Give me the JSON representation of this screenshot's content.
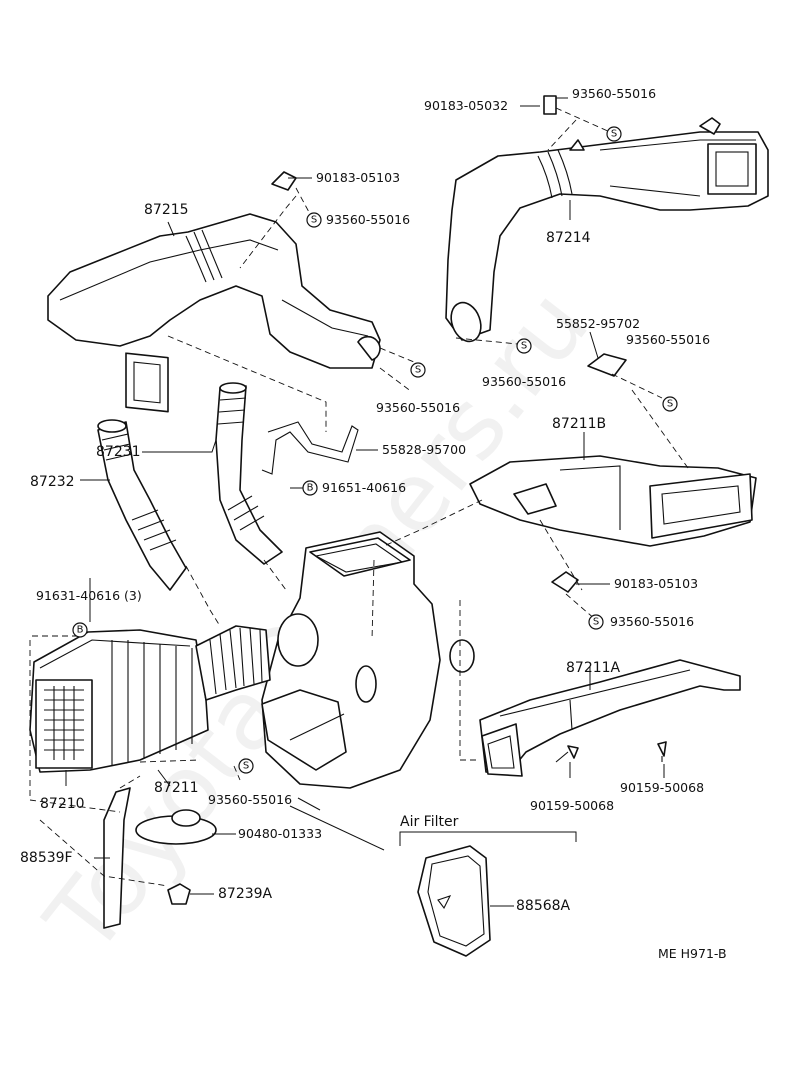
{
  "diagram": {
    "watermark": "ToyotaOwners.ru",
    "section_label": "Air Filter",
    "figure_code": "ME H971-B",
    "symbols": {
      "screw": "S",
      "bolt": "B"
    },
    "parts": {
      "p87215": "87215",
      "p90183_05103_top": "90183-05103",
      "p93560_55016_a": "93560-55016",
      "p90183_05032": "90183-05032",
      "p93560_55016_b": "93560-55016",
      "p87214": "87214",
      "p55852_95702": "55852-95702",
      "p93560_55016_c": "93560-55016",
      "p93560_55016_d": "93560-55016",
      "p93560_55016_e": "93560-55016",
      "p55828_95700": "55828-95700",
      "p87231": "87231",
      "p87211B": "87211B",
      "p87232": "87232",
      "p91651_40616": "91651-40616",
      "p90183_05103_mid": "90183-05103",
      "p93560_55016_f": "93560-55016",
      "p91631_40616": "91631-40616 (3)",
      "p87211A": "87211A",
      "p87210": "87210",
      "p87211": "87211",
      "p93560_55016_g": "93560-55016",
      "p90159_50068_a": "90159-50068",
      "p90159_50068_b": "90159-50068",
      "p90480_01333": "90480-01333",
      "p88539F": "88539F",
      "p87239A": "87239A",
      "p88568A": "88568A"
    }
  }
}
